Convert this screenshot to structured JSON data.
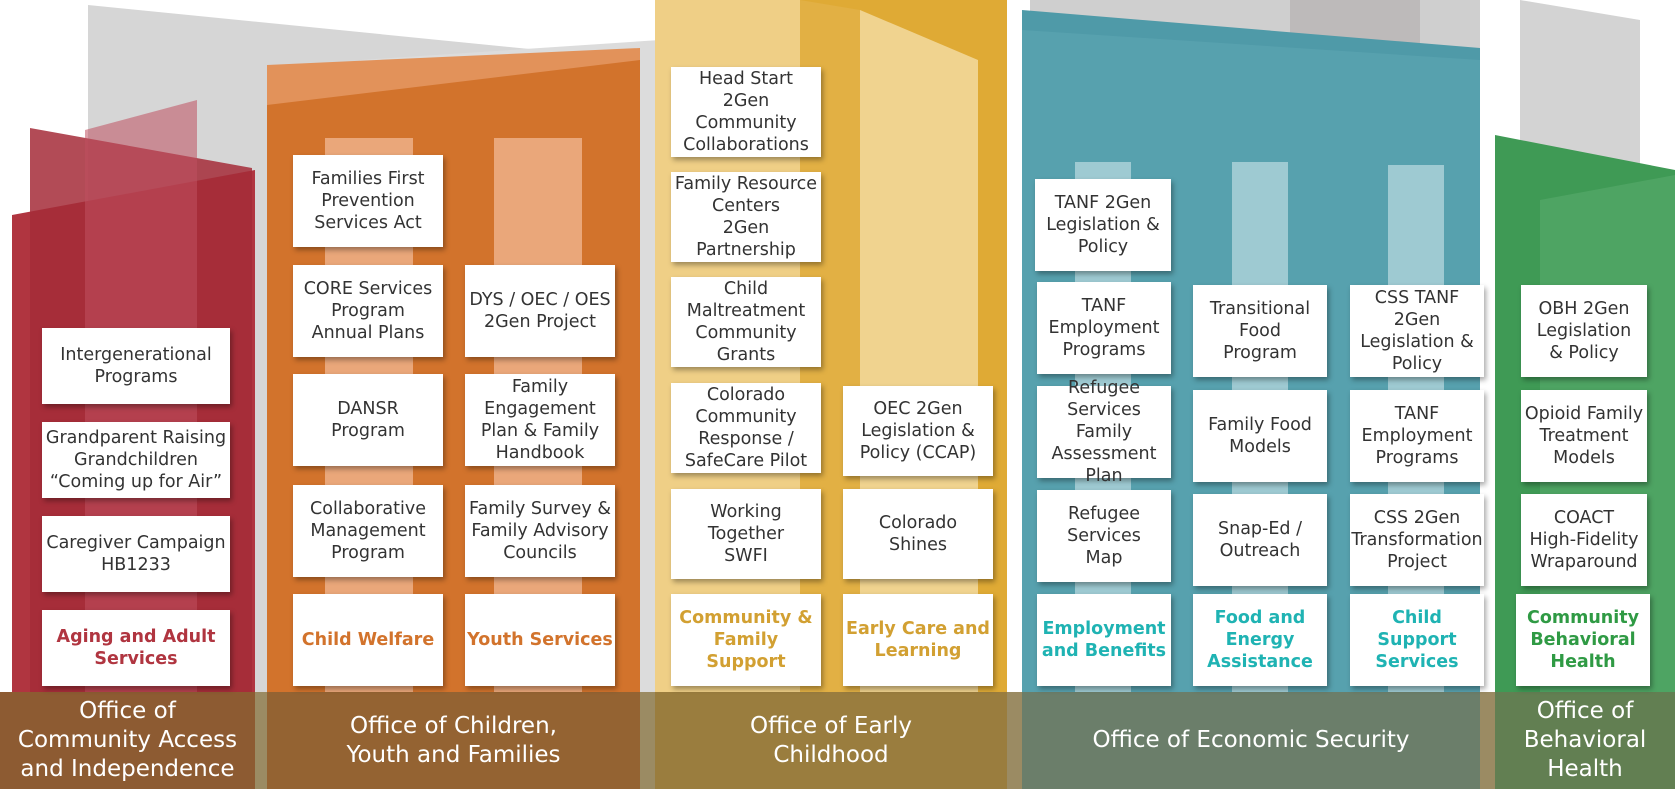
{
  "colors": {
    "red": "#b03540",
    "orange": "#d2732c",
    "yellow": "#dfaa35",
    "teal": "#4f9aa8",
    "green": "#3f9a55",
    "teal_text": "#1fb3b3",
    "green_text": "#2f9a44"
  },
  "offices": [
    {
      "name": "Office of\nCommunity Access\nand Independence",
      "color": "#b03540",
      "programs": [
        "Intergenerational\nPrograms",
        "Grandparent Raising\nGrandchildren\n“Coming up for Air”",
        "Caregiver Campaign\nHB1233"
      ],
      "department": "Aging and Adult\nServices"
    },
    {
      "name": "Office of Children,\nYouth and Families",
      "color": "#d2732c",
      "col_child": [
        "Families First\nPrevention\nServices Act",
        "CORE Services\nProgram\nAnnual Plans",
        "DANSR\nProgram",
        "Collaborative\nManagement\nProgram"
      ],
      "dept_child": "Child Welfare",
      "col_youth": [
        "DYS / OEC / OES\n2Gen Project",
        "Family\nEngagement\nPlan & Family\nHandbook",
        "Family Survey &\nFamily Advisory\nCouncils"
      ],
      "dept_youth": "Youth Services"
    },
    {
      "name": "Office of Early\nChildhood",
      "color": "#dfaa35",
      "col_community": [
        "Head Start 2Gen\nCommunity\nCollaborations",
        "Family Resource\nCenters\n2Gen Partnership",
        "Child\nMaltreatment\nCommunity\nGrants",
        "Colorado\nCommunity\nResponse /\nSafeCare Pilot",
        "Working\nTogether\nSWFI"
      ],
      "dept_community": "Community &\nFamily Support",
      "col_early": [
        "OEC 2Gen\nLegislation &\nPolicy (CCAP)",
        "Colorado\nShines"
      ],
      "dept_early": "Early Care and\nLearning"
    },
    {
      "name": "Office of Economic Security",
      "color": "#4f9aa8",
      "col_employment": [
        "TANF 2Gen\nLegislation &\nPolicy",
        "TANF\nEmployment\nPrograms",
        "Refugee\nServices Family\nAssessment\nPlan",
        "Refugee\nServices\nMap"
      ],
      "dept_employment": "Employment\nand Benefits",
      "col_food": [
        "Transitional\nFood\nProgram",
        "Family Food\nModels",
        "Snap-Ed /\nOutreach"
      ],
      "dept_food": "Food and\nEnergy\nAssistance",
      "col_support": [
        "CSS TANF\n2Gen\nLegislation &\nPolicy",
        "TANF\nEmployment\nPrograms",
        "CSS 2Gen\nTransformation\nProject"
      ],
      "dept_support": "Child\nSupport\nServices"
    },
    {
      "name": "Office of\nBehavioral\nHealth",
      "color": "#3f9a55",
      "programs": [
        "OBH 2Gen\nLegislation\n& Policy",
        "Opioid Family\nTreatment\nModels",
        "COACT\nHigh-Fidelity\nWraparound"
      ],
      "department": "Community\nBehavioral\nHealth"
    }
  ]
}
